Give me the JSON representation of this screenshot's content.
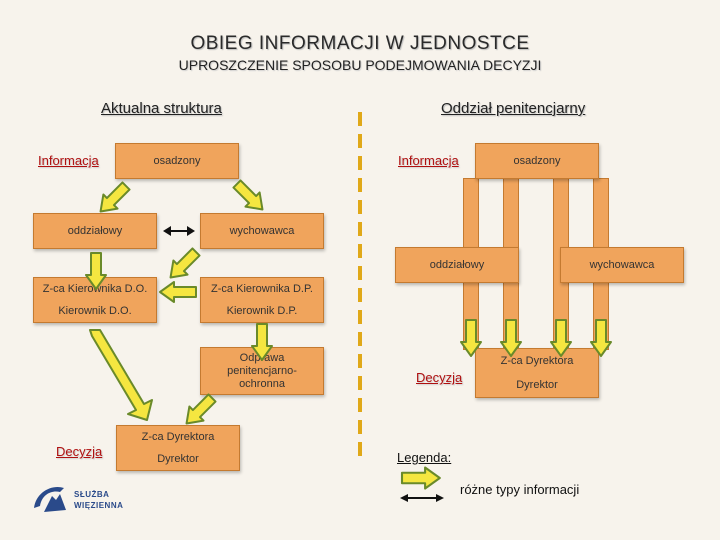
{
  "title": "OBIEG INFORMACJI W JEDNOSTCE",
  "subtitle": "UPROSZCZENIE SPOSOBU PODEJMOWANIA DECYZJI",
  "left": {
    "heading": "Aktualna struktura",
    "informacja": "Informacja",
    "osadzony": "osadzony",
    "oddzialowy": "oddziałowy",
    "wychowawca": "wychowawca",
    "zca_kierownika_do": "Z-ca Kierownika D.O.",
    "kierownik_do": "Kierownik D.O.",
    "zca_kierownika_dp": "Z-ca Kierownika D.P.",
    "kierownik_dp": "Kierownik D.P.",
    "odprawa": "Odprawa penitencjarno-ochronna",
    "decyzja": "Decyzja",
    "zca_dyrektora": "Z-ca Dyrektora",
    "dyrektor": "Dyrektor"
  },
  "right": {
    "heading": "Oddział penitencjarny",
    "informacja": "Informacja",
    "osadzony": "osadzony",
    "oddzialowy": "oddziałowy",
    "wychowawca": "wychowawca",
    "decyzja": "Decyzja",
    "zca_dyrektora": "Z-ca Dyrektora",
    "dyrektor": "Dyrektor"
  },
  "legend": {
    "label": "Legenda:",
    "text": "różne typy informacji"
  },
  "logo": {
    "line1": "SŁUŻBA",
    "line2": "WIĘZIENNA"
  },
  "colors": {
    "box": "#f0a45c",
    "arrow_fill": "#f5e640",
    "arrow_stroke": "#6a8a2a",
    "divider": "#e0a818",
    "red_text": "#b01010"
  }
}
